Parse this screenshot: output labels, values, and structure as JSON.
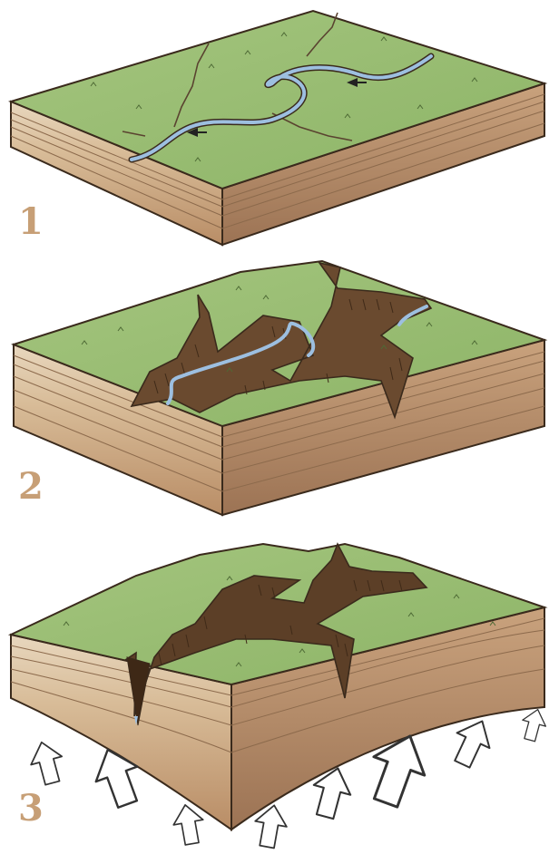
{
  "stages": [
    {
      "label": "1"
    },
    {
      "label": "2"
    },
    {
      "label": "3"
    }
  ],
  "colors": {
    "grass": "#9bbf73",
    "grass_dark": "#7fa85c",
    "soil_light": "#e7d6bd",
    "soil_mid": "#c9a47c",
    "soil_dark": "#a97f5c",
    "canyon": "#6a4a2f",
    "canyon_dark": "#4a311d",
    "river": "#8fb4d8",
    "outline": "#3a2a1c",
    "label": "#c79f76",
    "arrow_fill": "#ffffff",
    "arrow_stroke": "#333333"
  },
  "icons": [
    "flow-arrow-icon",
    "uplift-arrow-icon"
  ]
}
